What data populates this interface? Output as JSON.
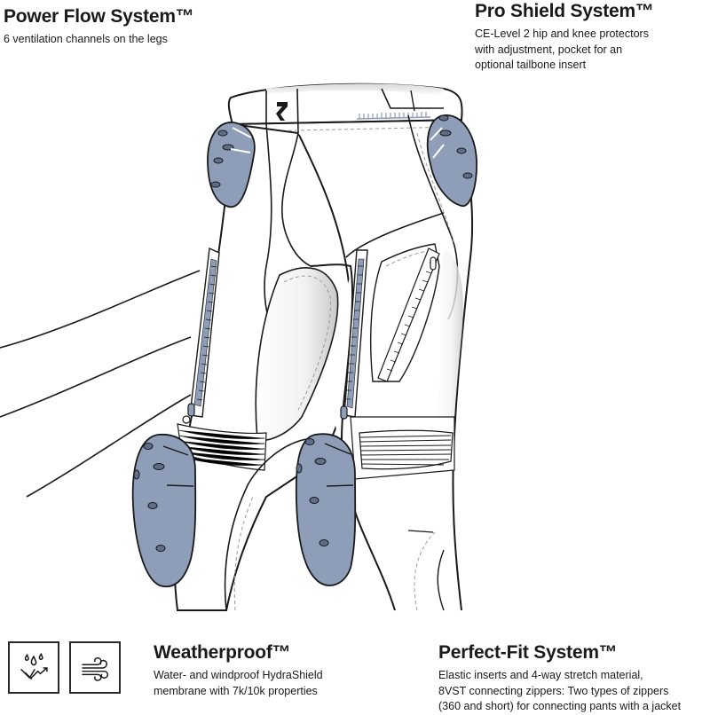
{
  "features": {
    "power_flow": {
      "title": "Power Flow System™",
      "description": "6 ventilation channels on the legs"
    },
    "pro_shield": {
      "title": "Pro Shield System™",
      "description_lines": [
        "CE-Level 2 hip and knee protectors",
        "with adjustment, pocket for an",
        "optional tailbone insert"
      ]
    },
    "weatherproof": {
      "title": "Weatherproof™",
      "description_lines": [
        "Water- and windproof HydraShield",
        "membrane with 7k/10k properties"
      ],
      "icons": [
        "waterproof-icon",
        "windproof-icon"
      ]
    },
    "perfect_fit": {
      "title": "Perfect-Fit System™",
      "description_lines": [
        "Elastic inserts and 4-way stretch material,",
        "8VST connecting zippers: Two types of zippers",
        "(360 and short) for connecting pants with a jacket"
      ]
    }
  },
  "illustration": {
    "subject": "motorcycle-pants-technical-drawing",
    "logo_glyph": "R",
    "colors": {
      "protector": "#8e9db8",
      "outline": "#1a1a1a",
      "stitch": "#9a9a9a",
      "fabric": "#ffffff",
      "shade": "#d6d6d6"
    }
  }
}
